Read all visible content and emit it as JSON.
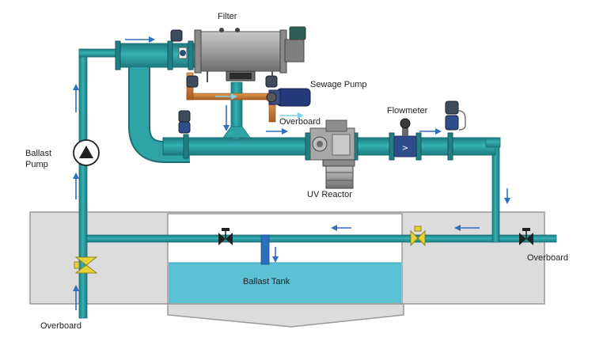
{
  "labels": {
    "filter": "Filter",
    "sewage_pump": "Sewage Pump",
    "overboard_top": "Overboard",
    "flowmeter": "Flowmeter",
    "uv_reactor": "UV Reactor",
    "ballast_pump_line1": "Ballast",
    "ballast_pump_line2": "Pump",
    "overboard_right": "Overboard",
    "ballast_tank": "Ballast Tank",
    "overboard_bottom": "Overboard"
  },
  "colors": {
    "pipe_teal": "#27999c",
    "pipe_edge": "#1a6f73",
    "bypass_orange": "#c9772f",
    "tank_grey": "#dcdcdc",
    "tank_edge": "#9a9a9a",
    "water": "#5bc2d6",
    "flow_arrow": "#2f6fc0",
    "valve_yellow": "#e6d437",
    "valve_black": "#222222"
  }
}
